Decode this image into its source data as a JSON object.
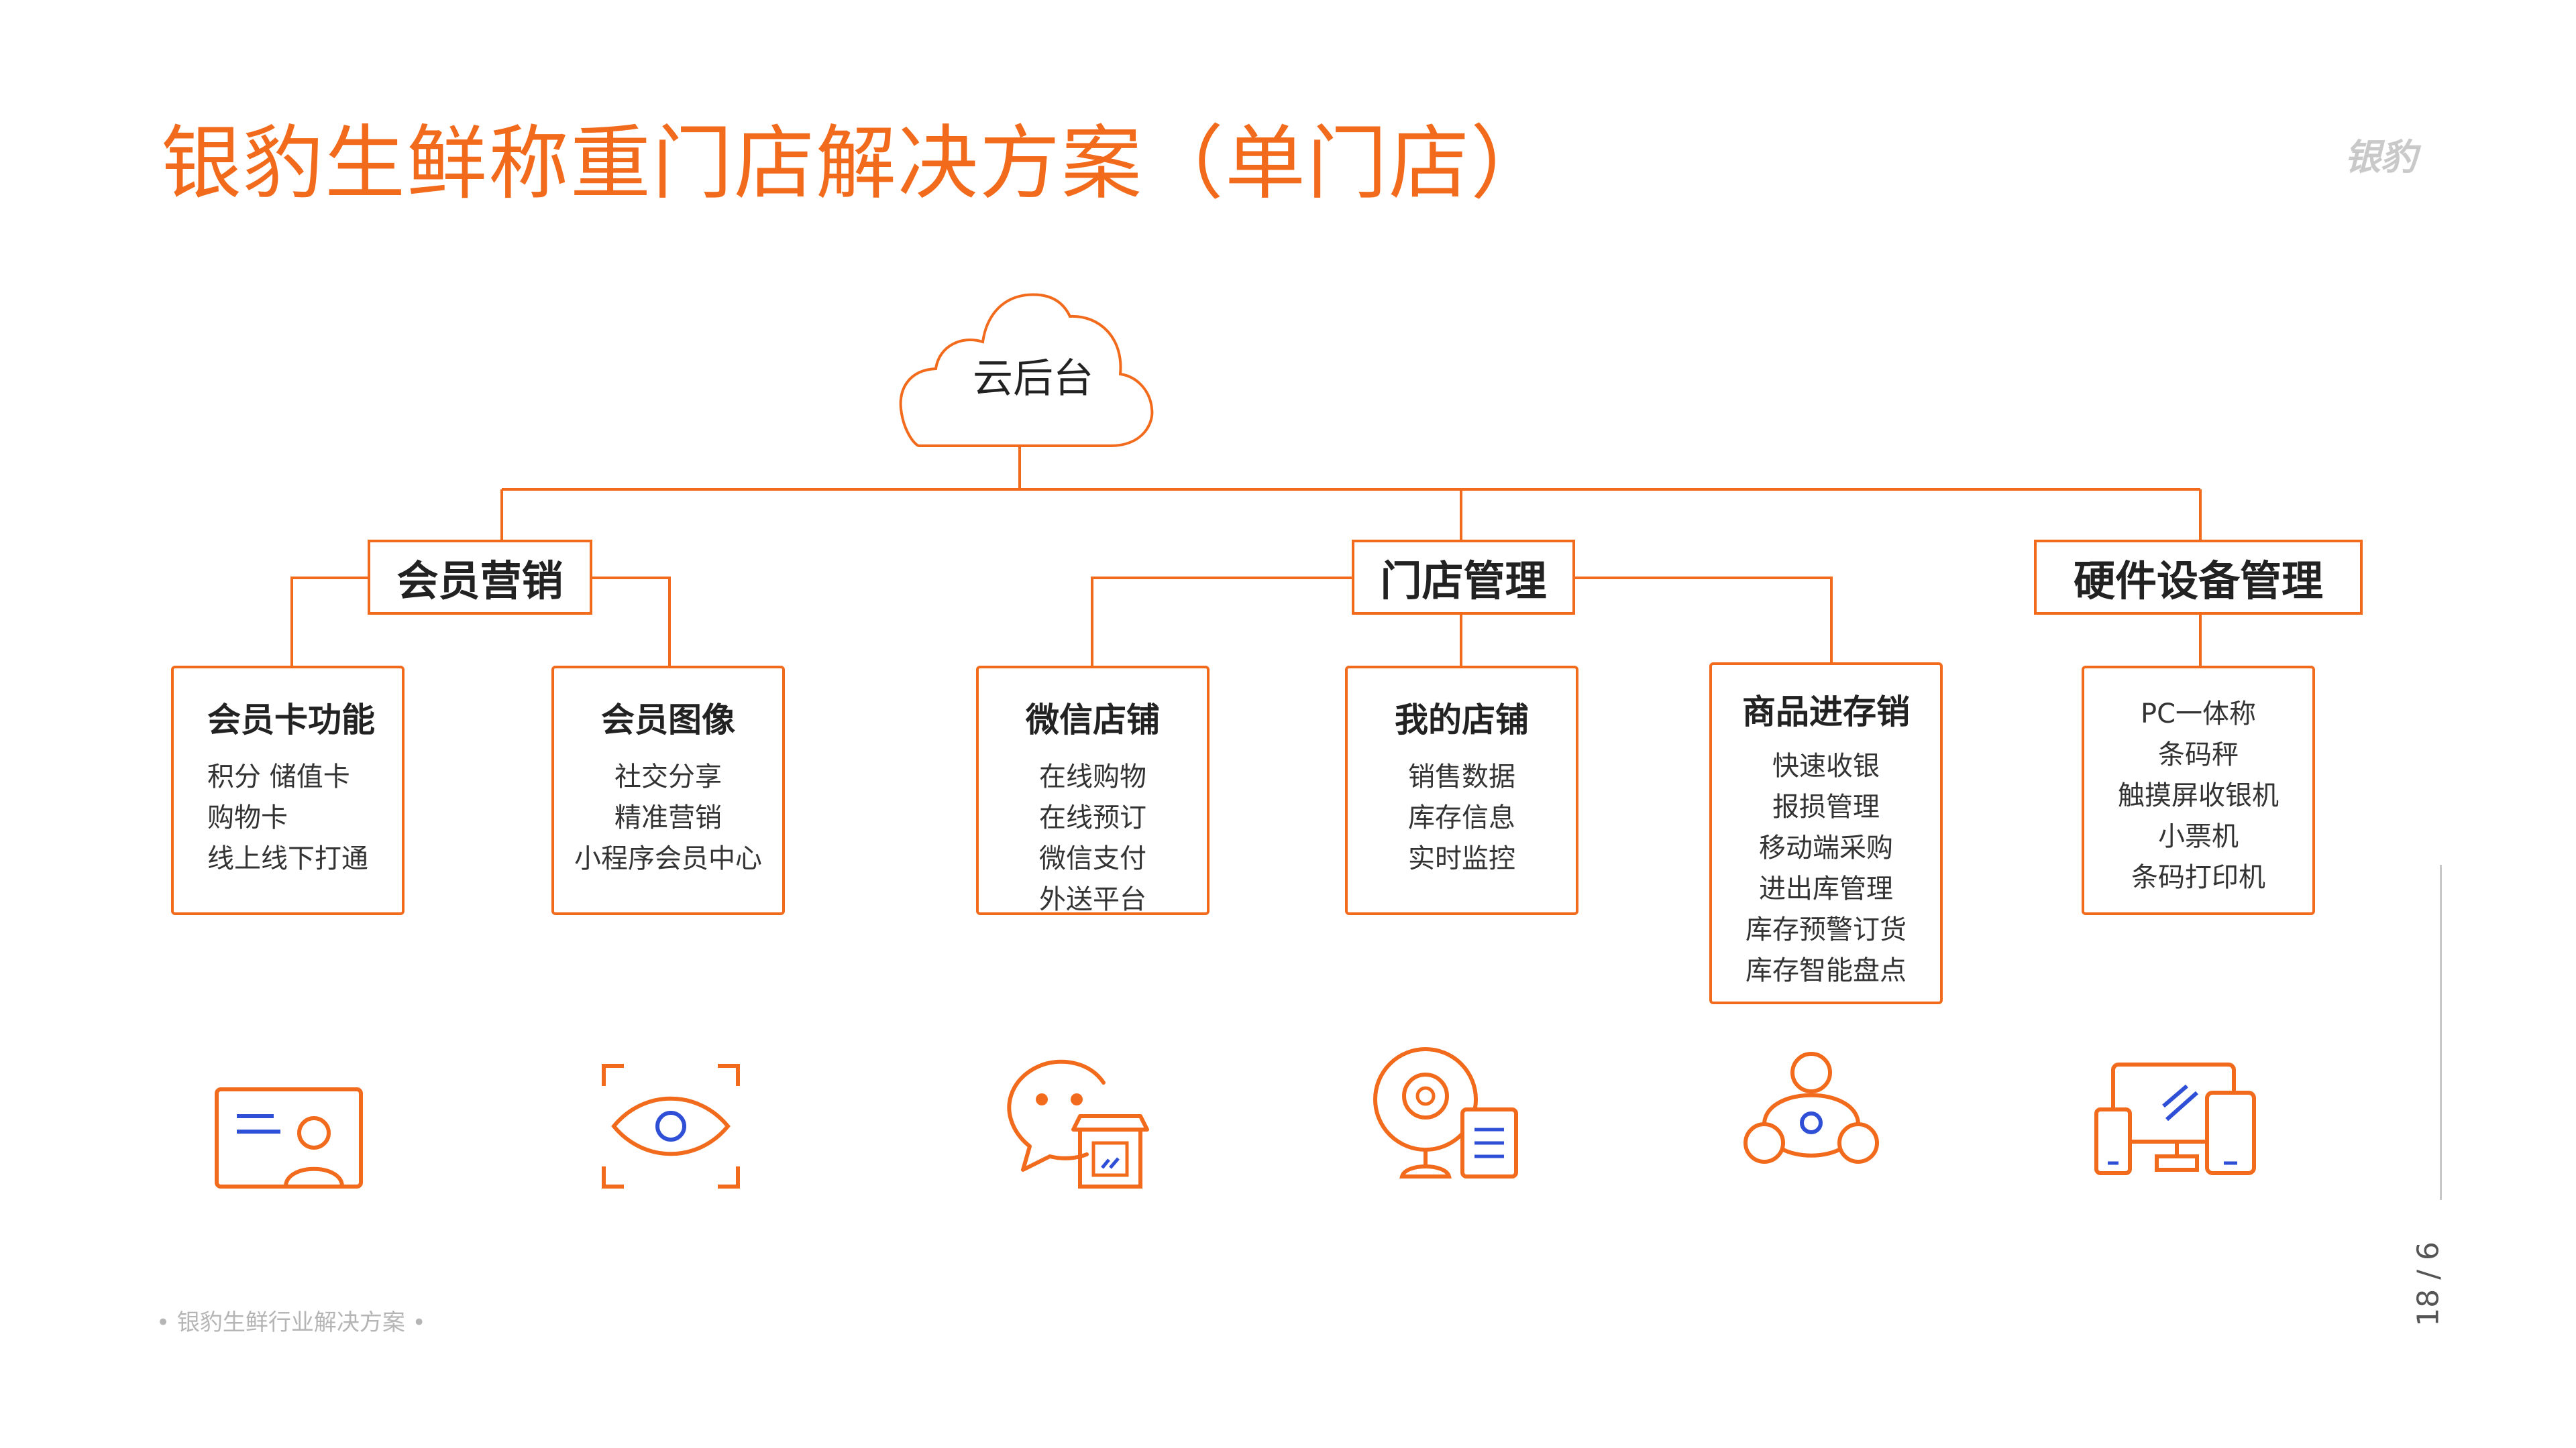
{
  "title": "银豹生鲜称重门店解决方案（单门店）",
  "logo_text": "银豹",
  "cloud": {
    "label": "云后台"
  },
  "categories": {
    "member_marketing": "会员营销",
    "store_management": "门店管理",
    "hardware": "硬件设备管理"
  },
  "cards": {
    "member_card": {
      "title": "会员卡功能",
      "items": [
        "积分 储值卡",
        "购物卡",
        "线上线下打通"
      ]
    },
    "member_image": {
      "title": "会员图像",
      "items": [
        "社交分享",
        "精准营销",
        "小程序会员中心"
      ]
    },
    "wechat_store": {
      "title": "微信店铺",
      "items": [
        "在线购物",
        "在线预订",
        "微信支付",
        "外送平台"
      ]
    },
    "my_store": {
      "title": "我的店铺",
      "items": [
        "销售数据",
        "库存信息",
        "实时监控"
      ]
    },
    "inventory": {
      "title": "商品进存销",
      "items": [
        "快速收银",
        "报损管理",
        "移动端采购",
        "进出库管理",
        "库存预警订货",
        "库存智能盘点"
      ]
    },
    "devices": {
      "title": "",
      "items": [
        "PC一体称",
        "条码秤",
        "触摸屏收银机",
        "小票机",
        "条码打印机"
      ]
    }
  },
  "icons": [
    "member-card-icon",
    "eye-scan-icon",
    "wechat-store-icon",
    "camera-monitor-icon",
    "network-nodes-icon",
    "devices-icon"
  ],
  "footer": "• 银豹生鲜行业解决方案 •",
  "page_number": "18 / 6",
  "colors": {
    "accent": "#f26b1d",
    "icon_blue": "#2f4fd6",
    "text": "#222222",
    "muted": "#b5b5b5"
  }
}
